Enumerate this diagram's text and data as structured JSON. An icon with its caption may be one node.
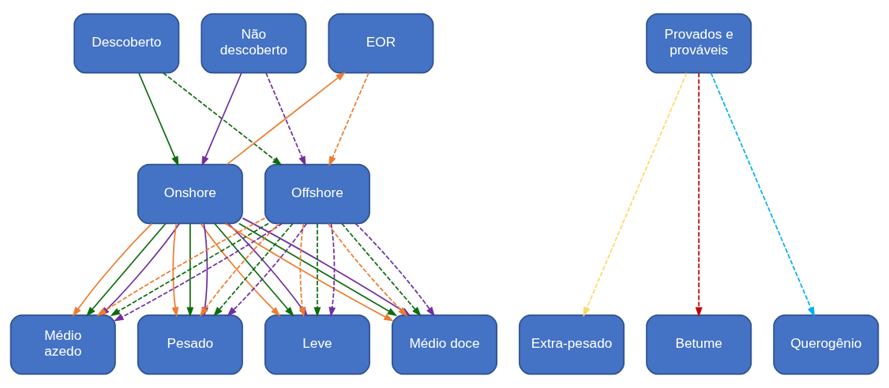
{
  "diagram": {
    "nodes": [
      {
        "text": [
          "Descoberto"
        ]
      },
      {
        "text": [
          "Não descoberto"
        ]
      },
      {
        "text": [
          "EOR"
        ]
      },
      {
        "text": [
          "Provados e prováveis"
        ]
      },
      {
        "text": [
          "Onshore"
        ]
      },
      {
        "text": [
          "Offshore"
        ]
      },
      {
        "text": [
          "Leve"
        ]
      },
      {
        "text": [
          "Médio doce"
        ]
      },
      {
        "text": [
          "Médio azedo"
        ]
      },
      {
        "text": [
          "Pesado"
        ]
      },
      {
        "text": [
          "Extra-pesado"
        ]
      },
      {
        "text": [
          "Betume"
        ]
      },
      {
        "text": [
          "Querogênio"
        ]
      }
    ],
    "edges": [
      {
        "from": 0,
        "to": 4,
        "arrow": "to",
        "color": "#0e6b0e"
      },
      {
        "from": 0,
        "to": 5,
        "arrow": "to",
        "style": "dashed",
        "color": "#0e6b0e"
      },
      {
        "from": 1,
        "to": 4,
        "arrow": "to",
        "color": "#7030a0"
      },
      {
        "from": 1,
        "to": 5,
        "arrow": "to",
        "style": "dashed",
        "color": "#7030a0"
      },
      {
        "from": 4,
        "to": 2,
        "arrow": "to",
        "color": "#ed7d31"
      },
      {
        "from": 2,
        "to": 5,
        "arrow": "to",
        "style": "dashed",
        "color": "#ed7d31"
      },
      {
        "from": 4,
        "to": 6,
        "arrow": "to",
        "color": "#ed7d31"
      },
      {
        "from": 4,
        "to": 6,
        "arrow": "to",
        "color": "#0e6b0e"
      },
      {
        "from": 4,
        "to": 6,
        "arrow": "to",
        "color": "#7030a0"
      },
      {
        "from": 4,
        "to": 7,
        "arrow": "to",
        "color": "#ed7d31"
      },
      {
        "from": 4,
        "to": 7,
        "arrow": "to",
        "color": "#0e6b0e"
      },
      {
        "from": 4,
        "to": 7,
        "arrow": "to",
        "color": "#7030a0"
      },
      {
        "from": 4,
        "to": 8,
        "arrow": "to",
        "color": "#ed7d31"
      },
      {
        "from": 4,
        "to": 8,
        "arrow": "to",
        "color": "#0e6b0e"
      },
      {
        "from": 4,
        "to": 8,
        "arrow": "to",
        "color": "#7030a0"
      },
      {
        "from": 4,
        "to": 9,
        "arrow": "to",
        "color": "#ed7d31"
      },
      {
        "from": 4,
        "to": 9,
        "arrow": "to",
        "color": "#0e6b0e"
      },
      {
        "from": 4,
        "to": 9,
        "arrow": "to",
        "color": "#7030a0"
      },
      {
        "from": 5,
        "to": 6,
        "arrow": "to",
        "style": "dashed",
        "color": "#ed7d31"
      },
      {
        "from": 5,
        "to": 6,
        "arrow": "to",
        "style": "dashed",
        "color": "#0e6b0e"
      },
      {
        "from": 5,
        "to": 6,
        "arrow": "to",
        "style": "dashed",
        "color": "#7030a0"
      },
      {
        "from": 5,
        "to": 7,
        "arrow": "to",
        "style": "dashed",
        "color": "#ed7d31"
      },
      {
        "from": 5,
        "to": 7,
        "arrow": "to",
        "style": "dashed",
        "color": "#0e6b0e"
      },
      {
        "from": 5,
        "to": 7,
        "arrow": "to",
        "style": "dashed",
        "color": "#7030a0"
      },
      {
        "from": 5,
        "to": 8,
        "arrow": "to",
        "style": "dashed",
        "color": "#ed7d31"
      },
      {
        "from": 5,
        "to": 8,
        "arrow": "to",
        "style": "dashed",
        "color": "#0e6b0e"
      },
      {
        "from": 5,
        "to": 8,
        "arrow": "to",
        "style": "dashed",
        "color": "#7030a0"
      },
      {
        "from": 5,
        "to": 9,
        "arrow": "to",
        "style": "dashed",
        "color": "#ed7d31"
      },
      {
        "from": 5,
        "to": 9,
        "arrow": "to",
        "style": "dashed",
        "color": "#0e6b0e"
      },
      {
        "from": 5,
        "to": 9,
        "arrow": "to",
        "style": "dashed",
        "color": "#7030a0"
      },
      {
        "from": 3,
        "to": 10,
        "arrow": "to",
        "style": "dashed",
        "color": "#ffd966"
      },
      {
        "from": 3,
        "to": 11,
        "arrow": "to",
        "style": "dashed",
        "color": "#c00000"
      },
      {
        "from": 3,
        "to": 12,
        "arrow": "to",
        "style": "dashed",
        "color": "#00b0f0"
      }
    ]
  }
}
